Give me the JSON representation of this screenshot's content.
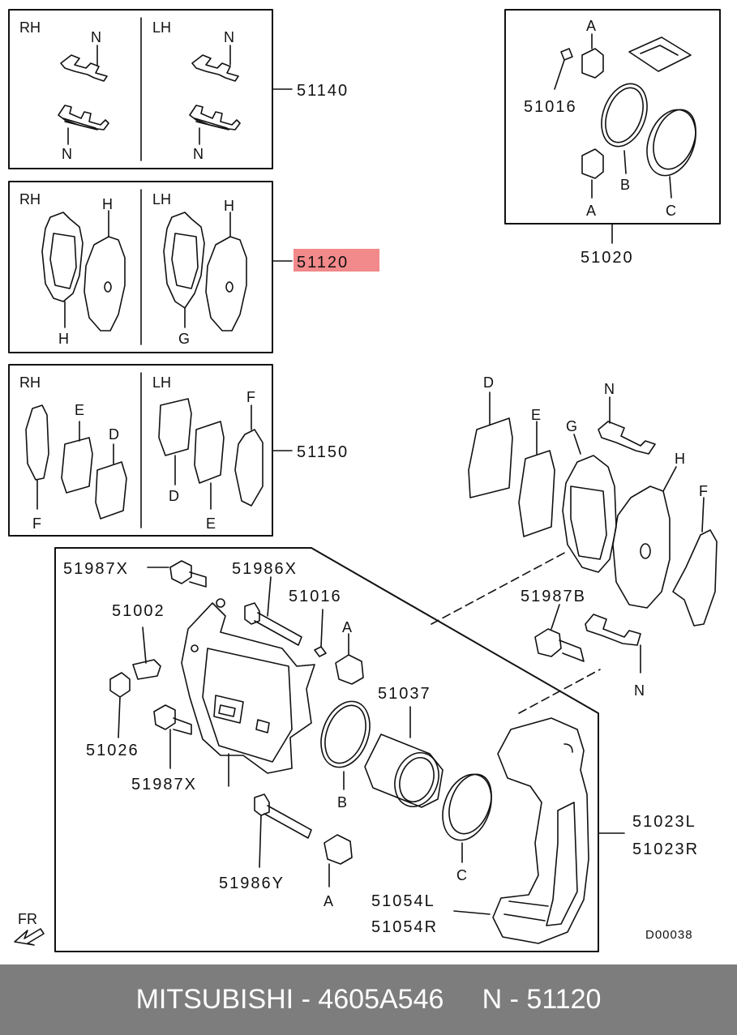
{
  "labels": {
    "rh": "RH",
    "lh": "LH",
    "part_51140": "51140",
    "part_51120": "51120",
    "part_51150": "51150",
    "part_51020": "51020",
    "part_51016": "51016",
    "part_51987x": "51987X",
    "part_51986x": "51986X",
    "part_51002": "51002",
    "part_51026": "51026",
    "part_51037": "51037",
    "part_51986y": "51986Y",
    "part_51987b": "51987B",
    "part_51023l": "51023L",
    "part_51023r": "51023R",
    "part_51054l": "51054L",
    "part_51054r": "51054R",
    "callout_a": "A",
    "callout_b": "B",
    "callout_c": "C",
    "callout_d": "D",
    "callout_e": "E",
    "callout_f": "F",
    "callout_g": "G",
    "callout_h": "H",
    "callout_n": "N",
    "fr": "FR",
    "diagram_code": "D00038"
  },
  "highlight_color": "#f2898a",
  "footer": {
    "brand": "MITSUBISHI",
    "sep1": " - ",
    "part_number": "4605A546",
    "gap": "     ",
    "ref": "N - 51120"
  }
}
